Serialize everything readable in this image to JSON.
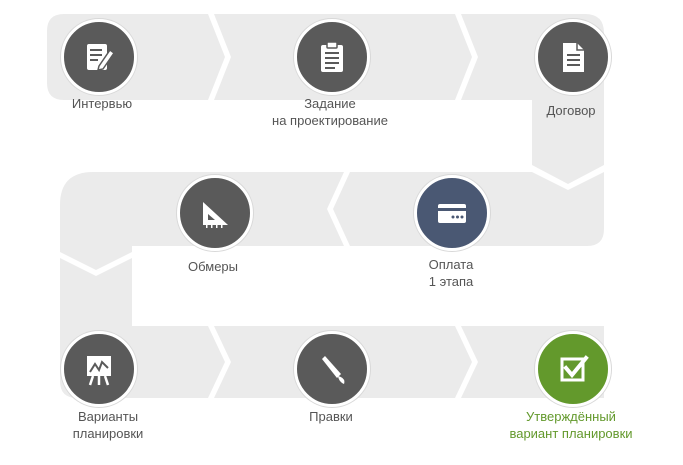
{
  "steps": [
    {
      "label": "Интервью",
      "icon": "document-pen-icon",
      "color": "#5a5a5a"
    },
    {
      "label": "Задание\nна проектирование",
      "icon": "clipboard-icon",
      "color": "#5a5a5a"
    },
    {
      "label": "Договор",
      "icon": "document-icon",
      "color": "#5a5a5a"
    },
    {
      "label": "Оплата\n1 этапа",
      "icon": "credit-card-icon",
      "color": "#4a5873"
    },
    {
      "label": "Обмеры",
      "icon": "set-square-icon",
      "color": "#5a5a5a"
    },
    {
      "label": "Варианты\nпланировки",
      "icon": "easel-chart-icon",
      "color": "#5a5a5a"
    },
    {
      "label": "Правки",
      "icon": "paintbrush-icon",
      "color": "#5a5a5a"
    },
    {
      "label": "Утверждённый\nвариант планировки",
      "icon": "checkbox-checked-icon",
      "color": "#63992c"
    }
  ],
  "colors": {
    "track": "#ebebeb",
    "track_border": "#ffffff",
    "label": "#555555",
    "accent": "#63992c"
  }
}
